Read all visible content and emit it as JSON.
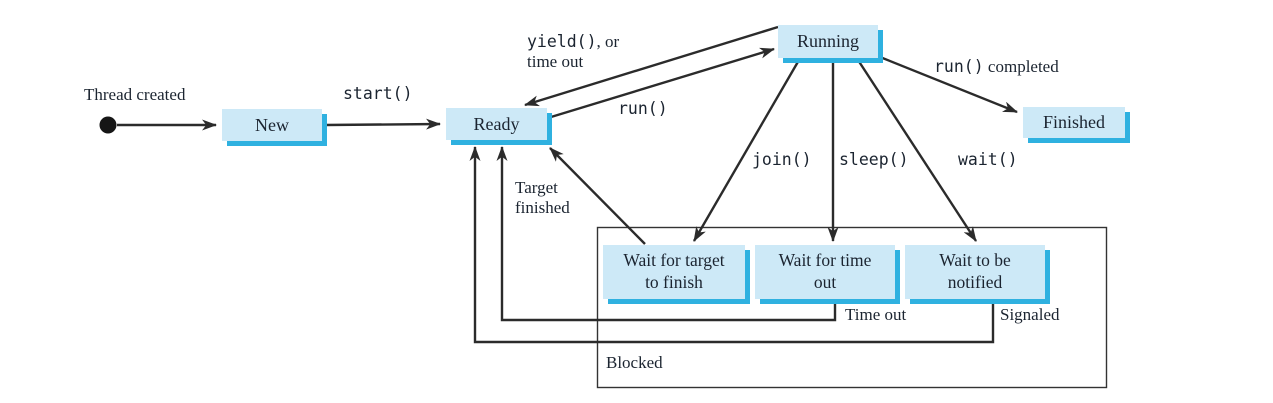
{
  "colors": {
    "box_fill": "#cde9f7",
    "box_shadow": "#2fb1e0",
    "line": "#2b2b2b",
    "text": "#1b2430"
  },
  "states": {
    "new": "New",
    "ready": "Ready",
    "running": "Running",
    "finished": "Finished",
    "wait_target": {
      "line1": "Wait for target",
      "line2": "to finish"
    },
    "wait_time": {
      "line1": "Wait for time",
      "line2": "out"
    },
    "wait_notified": {
      "line1": "Wait to be",
      "line2": "notified"
    },
    "blocked_region": "Blocked"
  },
  "labels": {
    "thread_created": "Thread created",
    "start": "start()",
    "yield": {
      "code": "yield()",
      "suffix": ", or",
      "line2": "time out"
    },
    "run": "run()",
    "run_completed": {
      "code": "run()",
      "suffix": " completed"
    },
    "join": "join()",
    "sleep": "sleep()",
    "wait": "wait()",
    "target_finished": {
      "line1": "Target",
      "line2": "finished"
    },
    "time_out": "Time out",
    "signaled": "Signaled"
  }
}
